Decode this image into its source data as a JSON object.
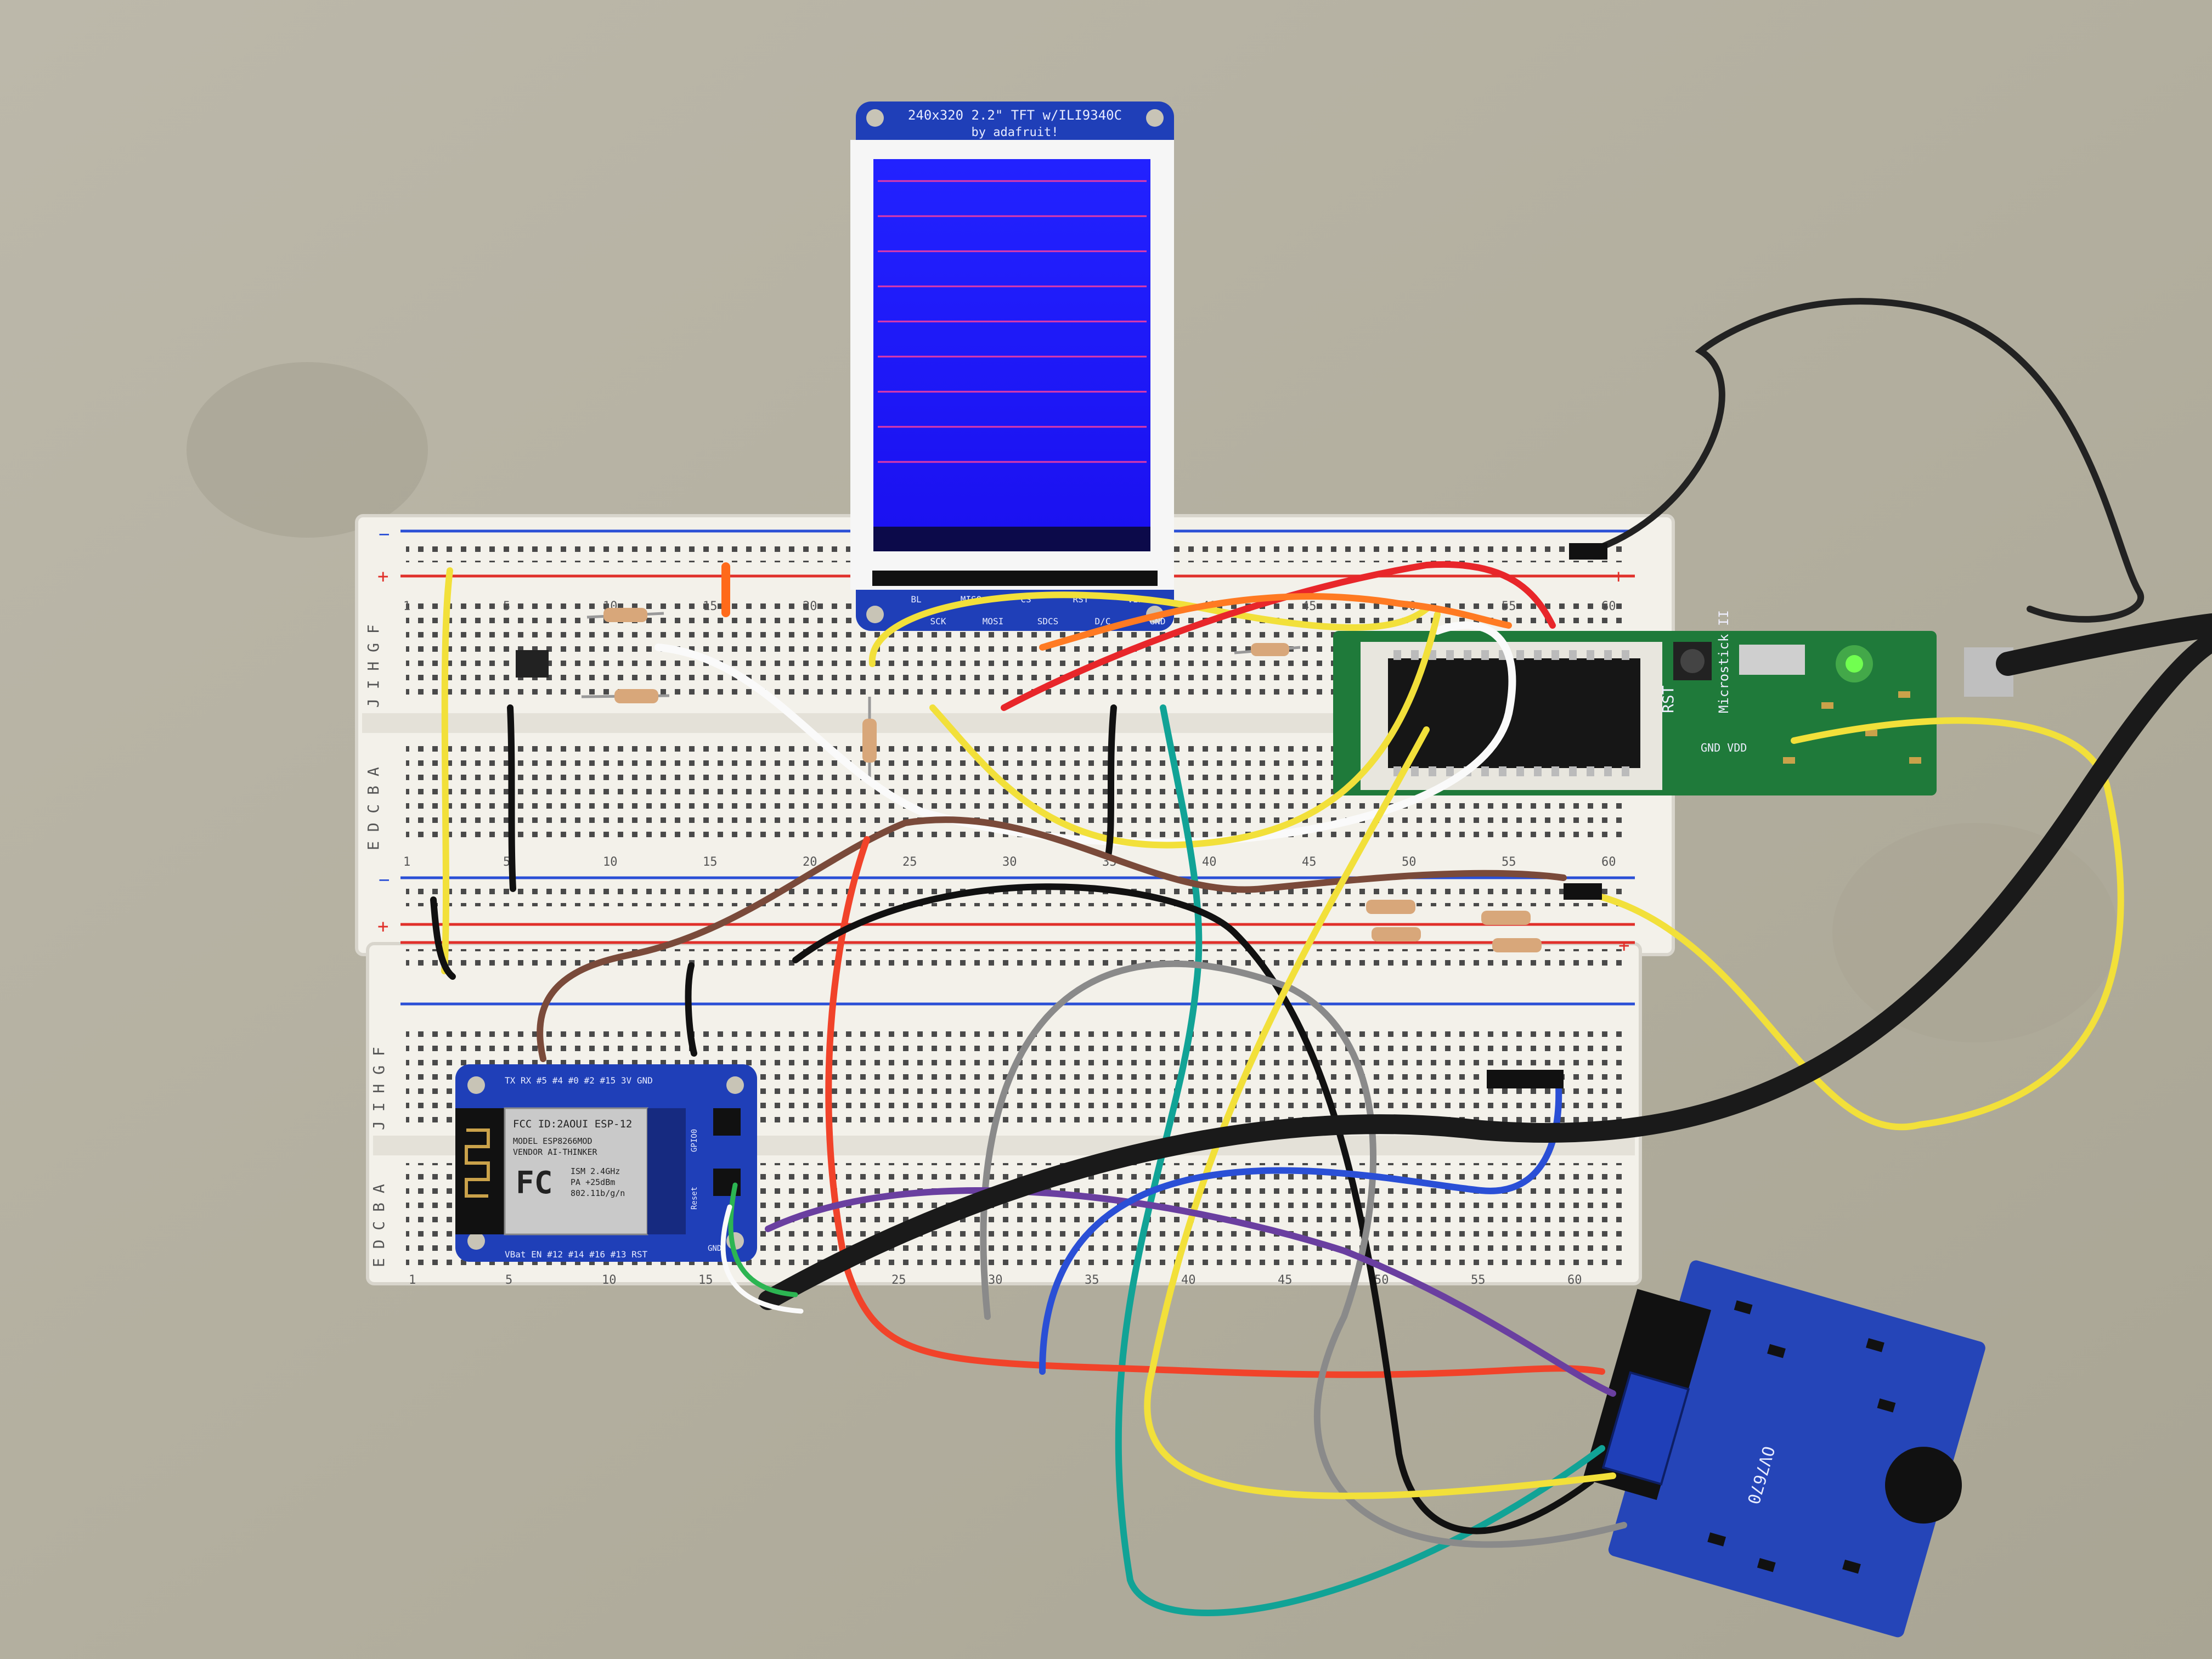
{
  "tft": {
    "title": "240x320 2.2\" TFT w/ILI9340C",
    "subtitle": "by adafruit!",
    "pins": [
      "BL",
      "MISO",
      "CS",
      "RST",
      "VIN",
      "SCK",
      "MOSI",
      "SDCS",
      "D/C",
      "GND"
    ]
  },
  "breadboard": {
    "row_letters_top": "J I H G F",
    "row_letters_bottom": "E D C B A",
    "column_numbers": [
      "1",
      "5",
      "10",
      "15",
      "20",
      "25",
      "30",
      "35",
      "40",
      "45",
      "50",
      "55",
      "60"
    ],
    "rail_plus": "+",
    "rail_minus": "−"
  },
  "esp_module": {
    "header_pins": "TX RX #5 #4 #0 #2 #15 3V GND",
    "fcc_id": "FCC ID:2AOUI ESP-12",
    "model": "MODEL ESP8266MOD",
    "vendor": "VENDOR AI-THINKER",
    "ism": "ISM 2.4GHz",
    "pa": "PA +25dBm",
    "wifi": "802.11b/g/n",
    "fc_mark": "FC",
    "bottom_pins": "VBat EN #12 #14 #16 #13 RST",
    "side_labels": [
      "GPIO0",
      "Reset",
      "GND"
    ]
  },
  "microstick": {
    "brand": "Microstick II",
    "labels": [
      "RST",
      "GND VDD"
    ]
  },
  "camera": {
    "model": "OV7670"
  }
}
